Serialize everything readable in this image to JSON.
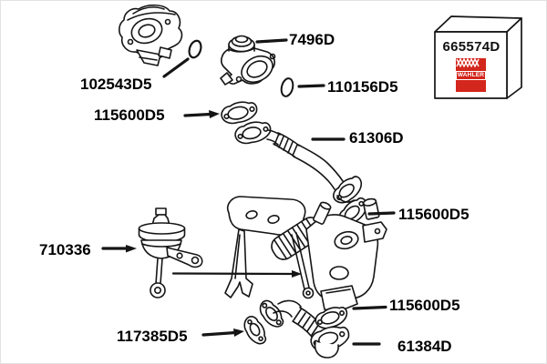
{
  "canvas": {
    "background": "#ffffff",
    "line_color": "#151515",
    "label_color": "#000000"
  },
  "box": {
    "part_number": "665574D",
    "brand": "WAHLER",
    "logo_bg": "#d3261c",
    "logo_text_color": "#ffffff"
  },
  "labels": [
    {
      "id": "102543D5",
      "text": "102543D5"
    },
    {
      "id": "7496D",
      "text": "7496D"
    },
    {
      "id": "110156D5",
      "text": "110156D5"
    },
    {
      "id": "115600D5-top",
      "text": "115600D5"
    },
    {
      "id": "61306D",
      "text": "61306D"
    },
    {
      "id": "115600D5-mid",
      "text": "115600D5"
    },
    {
      "id": "710336",
      "text": "710336"
    },
    {
      "id": "115600D5-bot",
      "text": "115600D5"
    },
    {
      "id": "117385D5",
      "text": "117385D5"
    },
    {
      "id": "61384D",
      "text": "61384D"
    }
  ]
}
